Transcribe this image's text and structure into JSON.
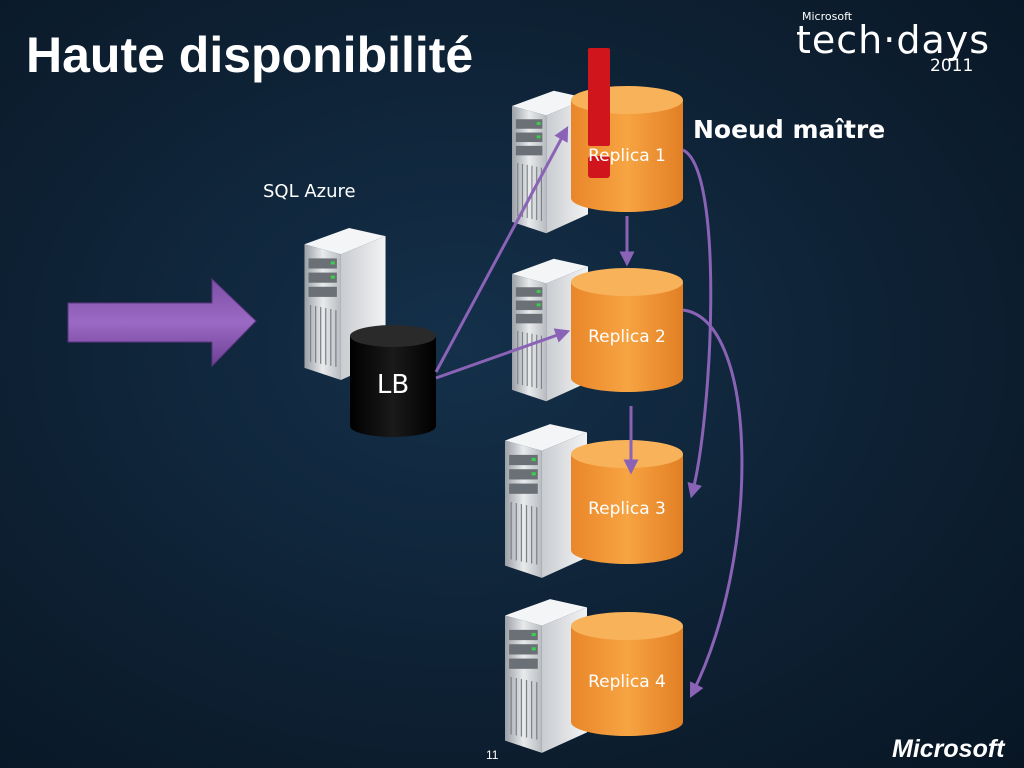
{
  "slide": {
    "title": "Haute disponibilité",
    "page_number": "11"
  },
  "branding": {
    "event_top": "Microsoft",
    "event_name": "tech·days",
    "event_year": "2011",
    "footer_logo": "Microsoft"
  },
  "diagram": {
    "service_label": "SQL Azure",
    "load_balancer_label": "LB",
    "master_label": "Noeud maître",
    "replicas": [
      {
        "label": "Replica 1"
      },
      {
        "label": "Replica 2"
      },
      {
        "label": "Replica 3"
      },
      {
        "label": "Replica 4"
      }
    ],
    "colors": {
      "replica_orange": "#f29a33",
      "replica_top": "#f8b25a",
      "arrow_purple": "#8a63b7",
      "alert_red": "#d0161c"
    },
    "icons": [
      "server-icon",
      "database-cylinder-icon",
      "exclamation-icon"
    ]
  }
}
